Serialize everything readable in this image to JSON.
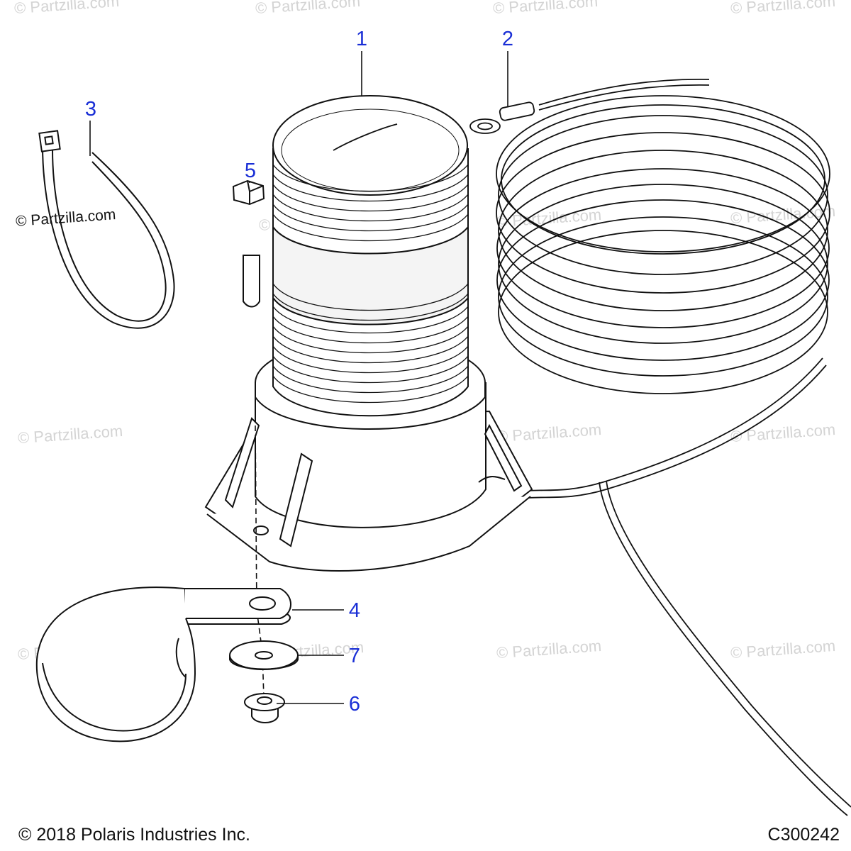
{
  "callouts": {
    "c1": "1",
    "c2": "2",
    "c3": "3",
    "c4": "4",
    "c5": "5",
    "c6": "6",
    "c7": "7"
  },
  "watermark_text": "© Partzilla.com",
  "copyright": "© 2018 Polaris Industries Inc.",
  "diagram_code": "C300242",
  "colors": {
    "callout_text": "#1a2fd6",
    "line_art": "#111111",
    "watermark": "#d4d4d4"
  },
  "parts": [
    {
      "callout": "1",
      "icon": "beacon-light-icon"
    },
    {
      "callout": "2",
      "icon": "coiled-wire-harness-icon"
    },
    {
      "callout": "3",
      "icon": "cable-tie-icon"
    },
    {
      "callout": "4",
      "icon": "mounting-clamp-icon"
    },
    {
      "callout": "5",
      "icon": "hex-bolt-icon"
    },
    {
      "callout": "6",
      "icon": "flange-nut-icon"
    },
    {
      "callout": "7",
      "icon": "washer-icon"
    }
  ]
}
